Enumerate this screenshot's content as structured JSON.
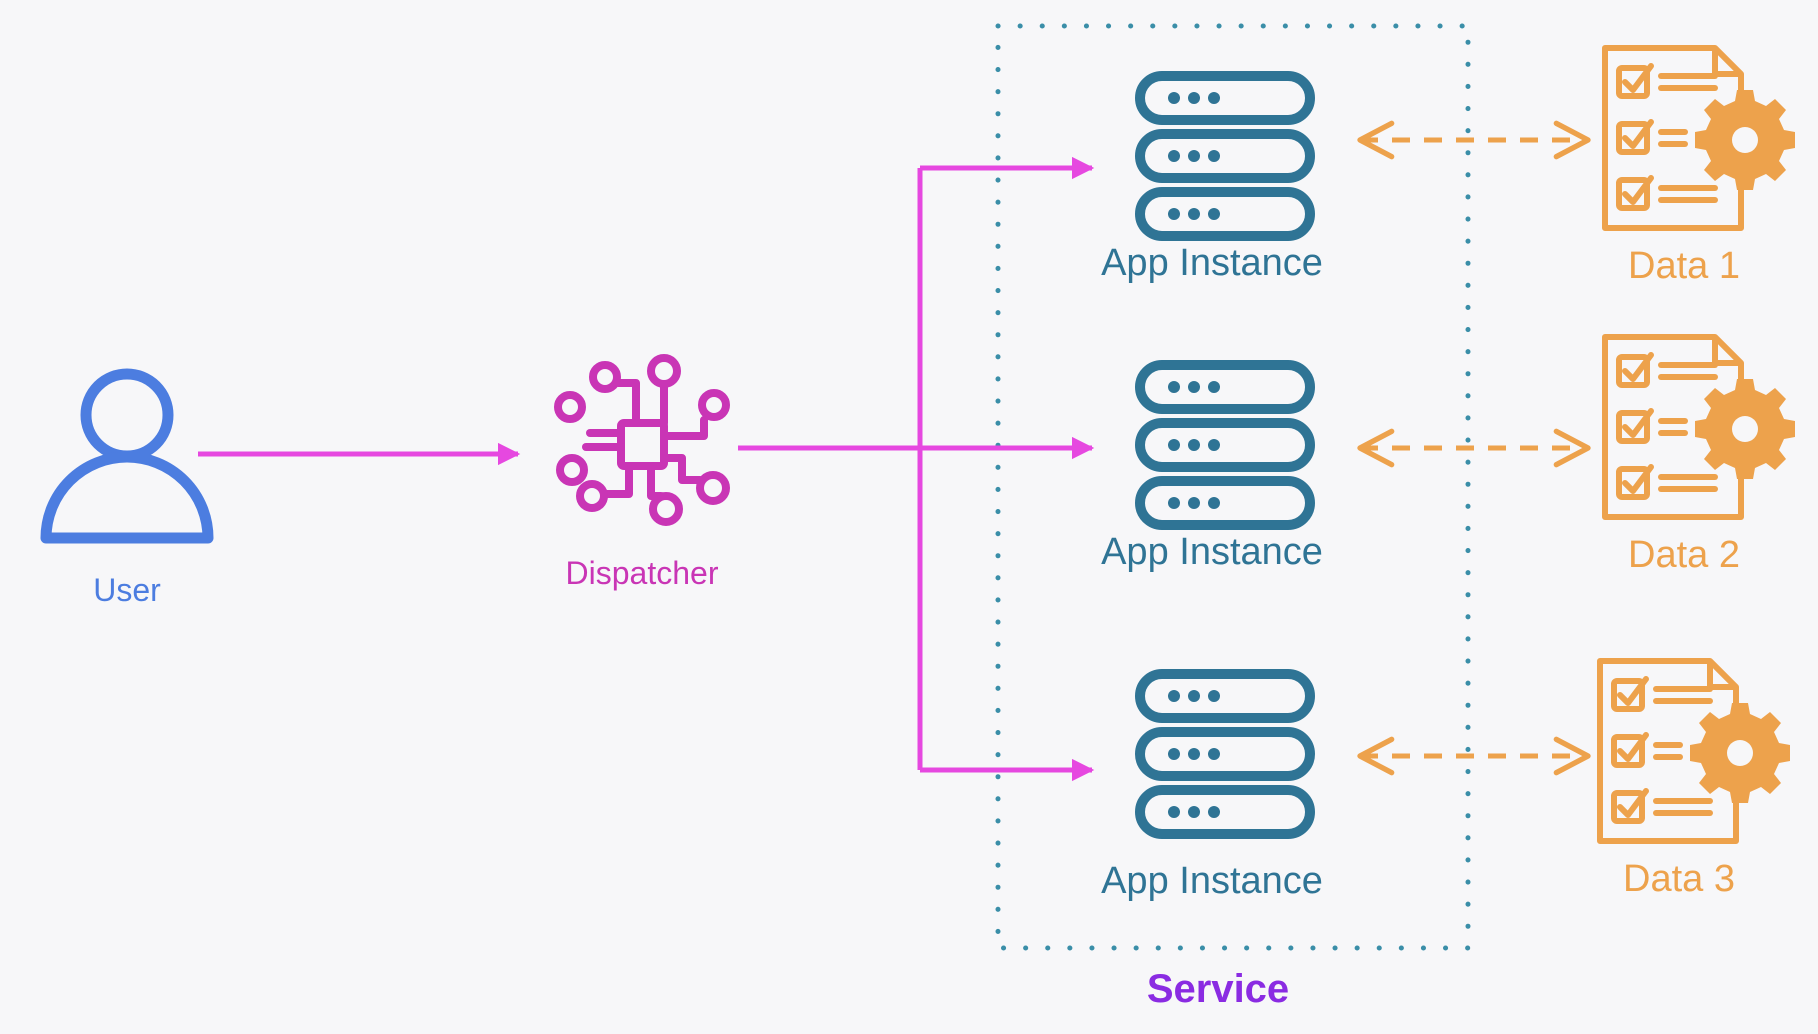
{
  "nodes": {
    "user": {
      "label": "User"
    },
    "dispatcher": {
      "label": "Dispatcher"
    },
    "app_instances": [
      {
        "label": "App Instance"
      },
      {
        "label": "App Instance"
      },
      {
        "label": "App Instance"
      }
    ],
    "data_stores": [
      {
        "label": "Data 1"
      },
      {
        "label": "Data 2"
      },
      {
        "label": "Data 3"
      }
    ]
  },
  "group": {
    "label": "Service"
  },
  "edges": [
    {
      "from": "user",
      "to": "dispatcher",
      "style": "solid",
      "direction": "forward"
    },
    {
      "from": "dispatcher",
      "to": "app_instance_1",
      "style": "solid",
      "direction": "forward"
    },
    {
      "from": "dispatcher",
      "to": "app_instance_2",
      "style": "solid",
      "direction": "forward"
    },
    {
      "from": "dispatcher",
      "to": "app_instance_3",
      "style": "solid",
      "direction": "forward"
    },
    {
      "from": "app_instance_1",
      "to": "data_1",
      "style": "dashed",
      "direction": "both"
    },
    {
      "from": "app_instance_2",
      "to": "data_2",
      "style": "dashed",
      "direction": "both"
    },
    {
      "from": "app_instance_3",
      "to": "data_3",
      "style": "dashed",
      "direction": "both"
    }
  ],
  "colors": {
    "background": "#f7f7f9",
    "user": "#4c7de0",
    "dispatcher": "#c935b5",
    "flow_arrow": "#e648e0",
    "server": "#2f7495",
    "data": "#eda24c",
    "service_border": "#3a8ea8",
    "service_label": "#8a2be2"
  },
  "icons": {
    "user": "user-icon",
    "dispatcher": "circuit-chip-icon",
    "app_instance": "server-stack-icon",
    "data": "checklist-gear-icon"
  }
}
